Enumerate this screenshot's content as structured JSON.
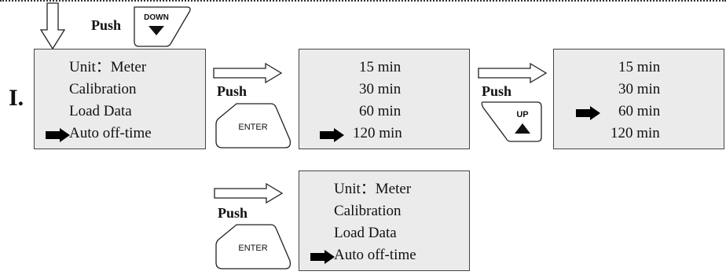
{
  "step_label": "I.",
  "push_label": "Push",
  "keys": {
    "down": "DOWN",
    "enter": "ENTER",
    "up": "UP"
  },
  "menu": [
    "Unit：Meter",
    "Calibration",
    "Load Data",
    "Auto off-time"
  ],
  "times": [
    "15 min",
    "30 min",
    "60 min",
    "120 min"
  ],
  "colors": {
    "panel_bg": "#ebebeb",
    "border": "#444444",
    "pointer": "#000000"
  }
}
